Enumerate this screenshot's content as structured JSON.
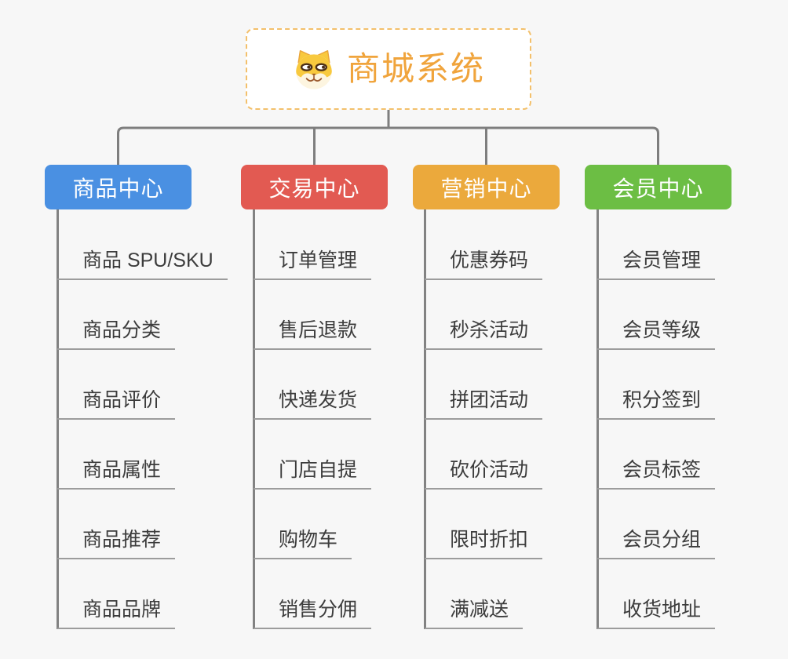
{
  "root": {
    "title": "商城系统",
    "icon": "dog-face-icon",
    "accent_color": "#f0a43c",
    "border_color": "#f3c06b"
  },
  "connector_color": "#7e7e7e",
  "underline_color": "#9c9c9c",
  "branches": [
    {
      "label": "商品中心",
      "color": "#4a90e2",
      "children": [
        "商品 SPU/SKU",
        "商品分类",
        "商品评价",
        "商品属性",
        "商品推荐",
        "商品品牌"
      ]
    },
    {
      "label": "交易中心",
      "color": "#e25a52",
      "children": [
        "订单管理",
        "售后退款",
        "快递发货",
        "门店自提",
        "购物车",
        "销售分佣"
      ]
    },
    {
      "label": "营销中心",
      "color": "#eba93c",
      "children": [
        "优惠券码",
        "秒杀活动",
        "拼团活动",
        "砍价活动",
        "限时折扣",
        "满减送"
      ]
    },
    {
      "label": "会员中心",
      "color": "#6cbe44",
      "children": [
        "会员管理",
        "会员等级",
        "积分签到",
        "会员标签",
        "会员分组",
        "收货地址"
      ]
    }
  ]
}
